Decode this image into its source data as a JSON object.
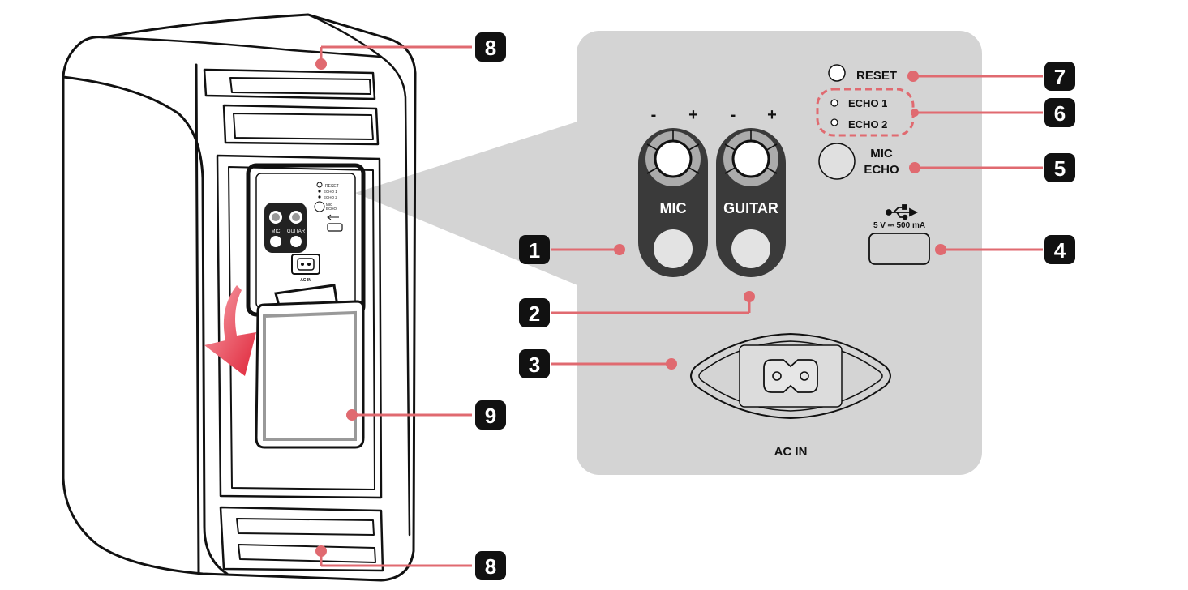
{
  "panel": {
    "mic_knob": {
      "minus": "-",
      "plus": "+",
      "label": "MIC"
    },
    "guitar_knob": {
      "minus": "-",
      "plus": "+",
      "label": "GUITAR"
    },
    "reset_label": "RESET",
    "echo1_label": "ECHO 1",
    "echo2_label": "ECHO 2",
    "mic_echo_line1": "MIC",
    "mic_echo_line2": "ECHO",
    "usb_rating": "5 V ⎓ 500 mA",
    "ac_in_label": "AC IN"
  },
  "mini_panel": {
    "reset": "RESET",
    "echo1": "ECHO 1",
    "echo2": "ECHO 2",
    "mic_echo_1": "MIC",
    "mic_echo_2": "ECHO",
    "mic": "MIC",
    "guitar": "GUITAR",
    "ac_in": "AC IN"
  },
  "callouts": {
    "c1": "1",
    "c2": "2",
    "c3": "3",
    "c4": "4",
    "c5": "5",
    "c6": "6",
    "c7": "7",
    "c8_top": "8",
    "c8_bottom": "8",
    "c9": "9"
  },
  "colors": {
    "callout_line": "#e06a70",
    "callout_badge": "#111111",
    "panel_bg": "#d4d4d4",
    "knob_housing": "#3c3c3c",
    "arrow": "#e8384a"
  }
}
